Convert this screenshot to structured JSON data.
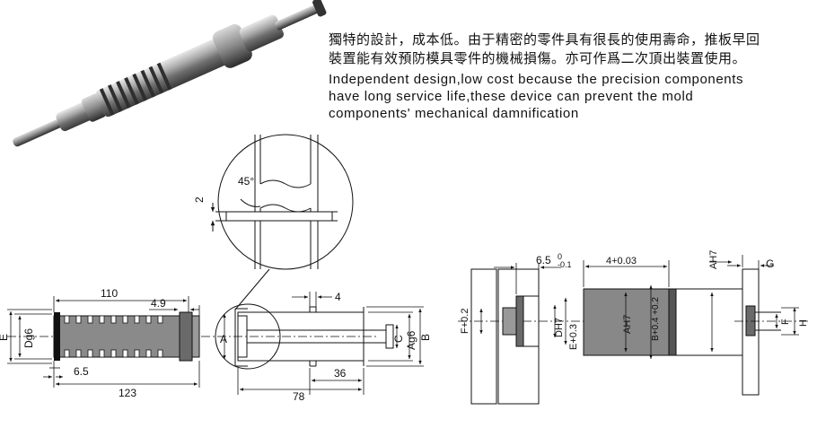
{
  "description": {
    "zh_line1": "獨特的設計，成本低。由于精密的零件具有很長的使用壽命，推板早回",
    "zh_line2": "裝置能有效預防模具零件的機械損傷。亦可作爲二次頂出裝置使用。",
    "en_line1": "Independent design,low cost because the precision components",
    "en_line2": "have long service life,these device can prevent the mold",
    "en_line3": "components' mechanical damnification"
  },
  "detail_view": {
    "angle_label": "45°",
    "depth_label": "2"
  },
  "side_view": {
    "dims": {
      "length_110": "110",
      "length_4_9": "4.9",
      "length_6_5": "6.5",
      "length_123": "123",
      "dia_dg6": "Dg6",
      "dia_e": "E"
    }
  },
  "section_view": {
    "dims": {
      "len_4": "4",
      "len_78": "78",
      "len_36": "36",
      "dia_a": "A",
      "dia_c": "C",
      "dia_ag6": "Ag6",
      "dia_b": "B"
    }
  },
  "install_left": {
    "dims": {
      "pocket_depth": "6.5",
      "pocket_tol_upper": "0",
      "pocket_tol_lower": "-0.1",
      "f_tol": "F+0.2",
      "e_tol": "E+0.3",
      "d_h7": "DH7"
    }
  },
  "install_right": {
    "dims": {
      "bore_depth": "4+0.03",
      "ah7_top": "AH7",
      "ah7_body": "AH7",
      "b_tol": "B+0.4 +0.2",
      "g": "G",
      "f": "F",
      "h": "H"
    }
  }
}
